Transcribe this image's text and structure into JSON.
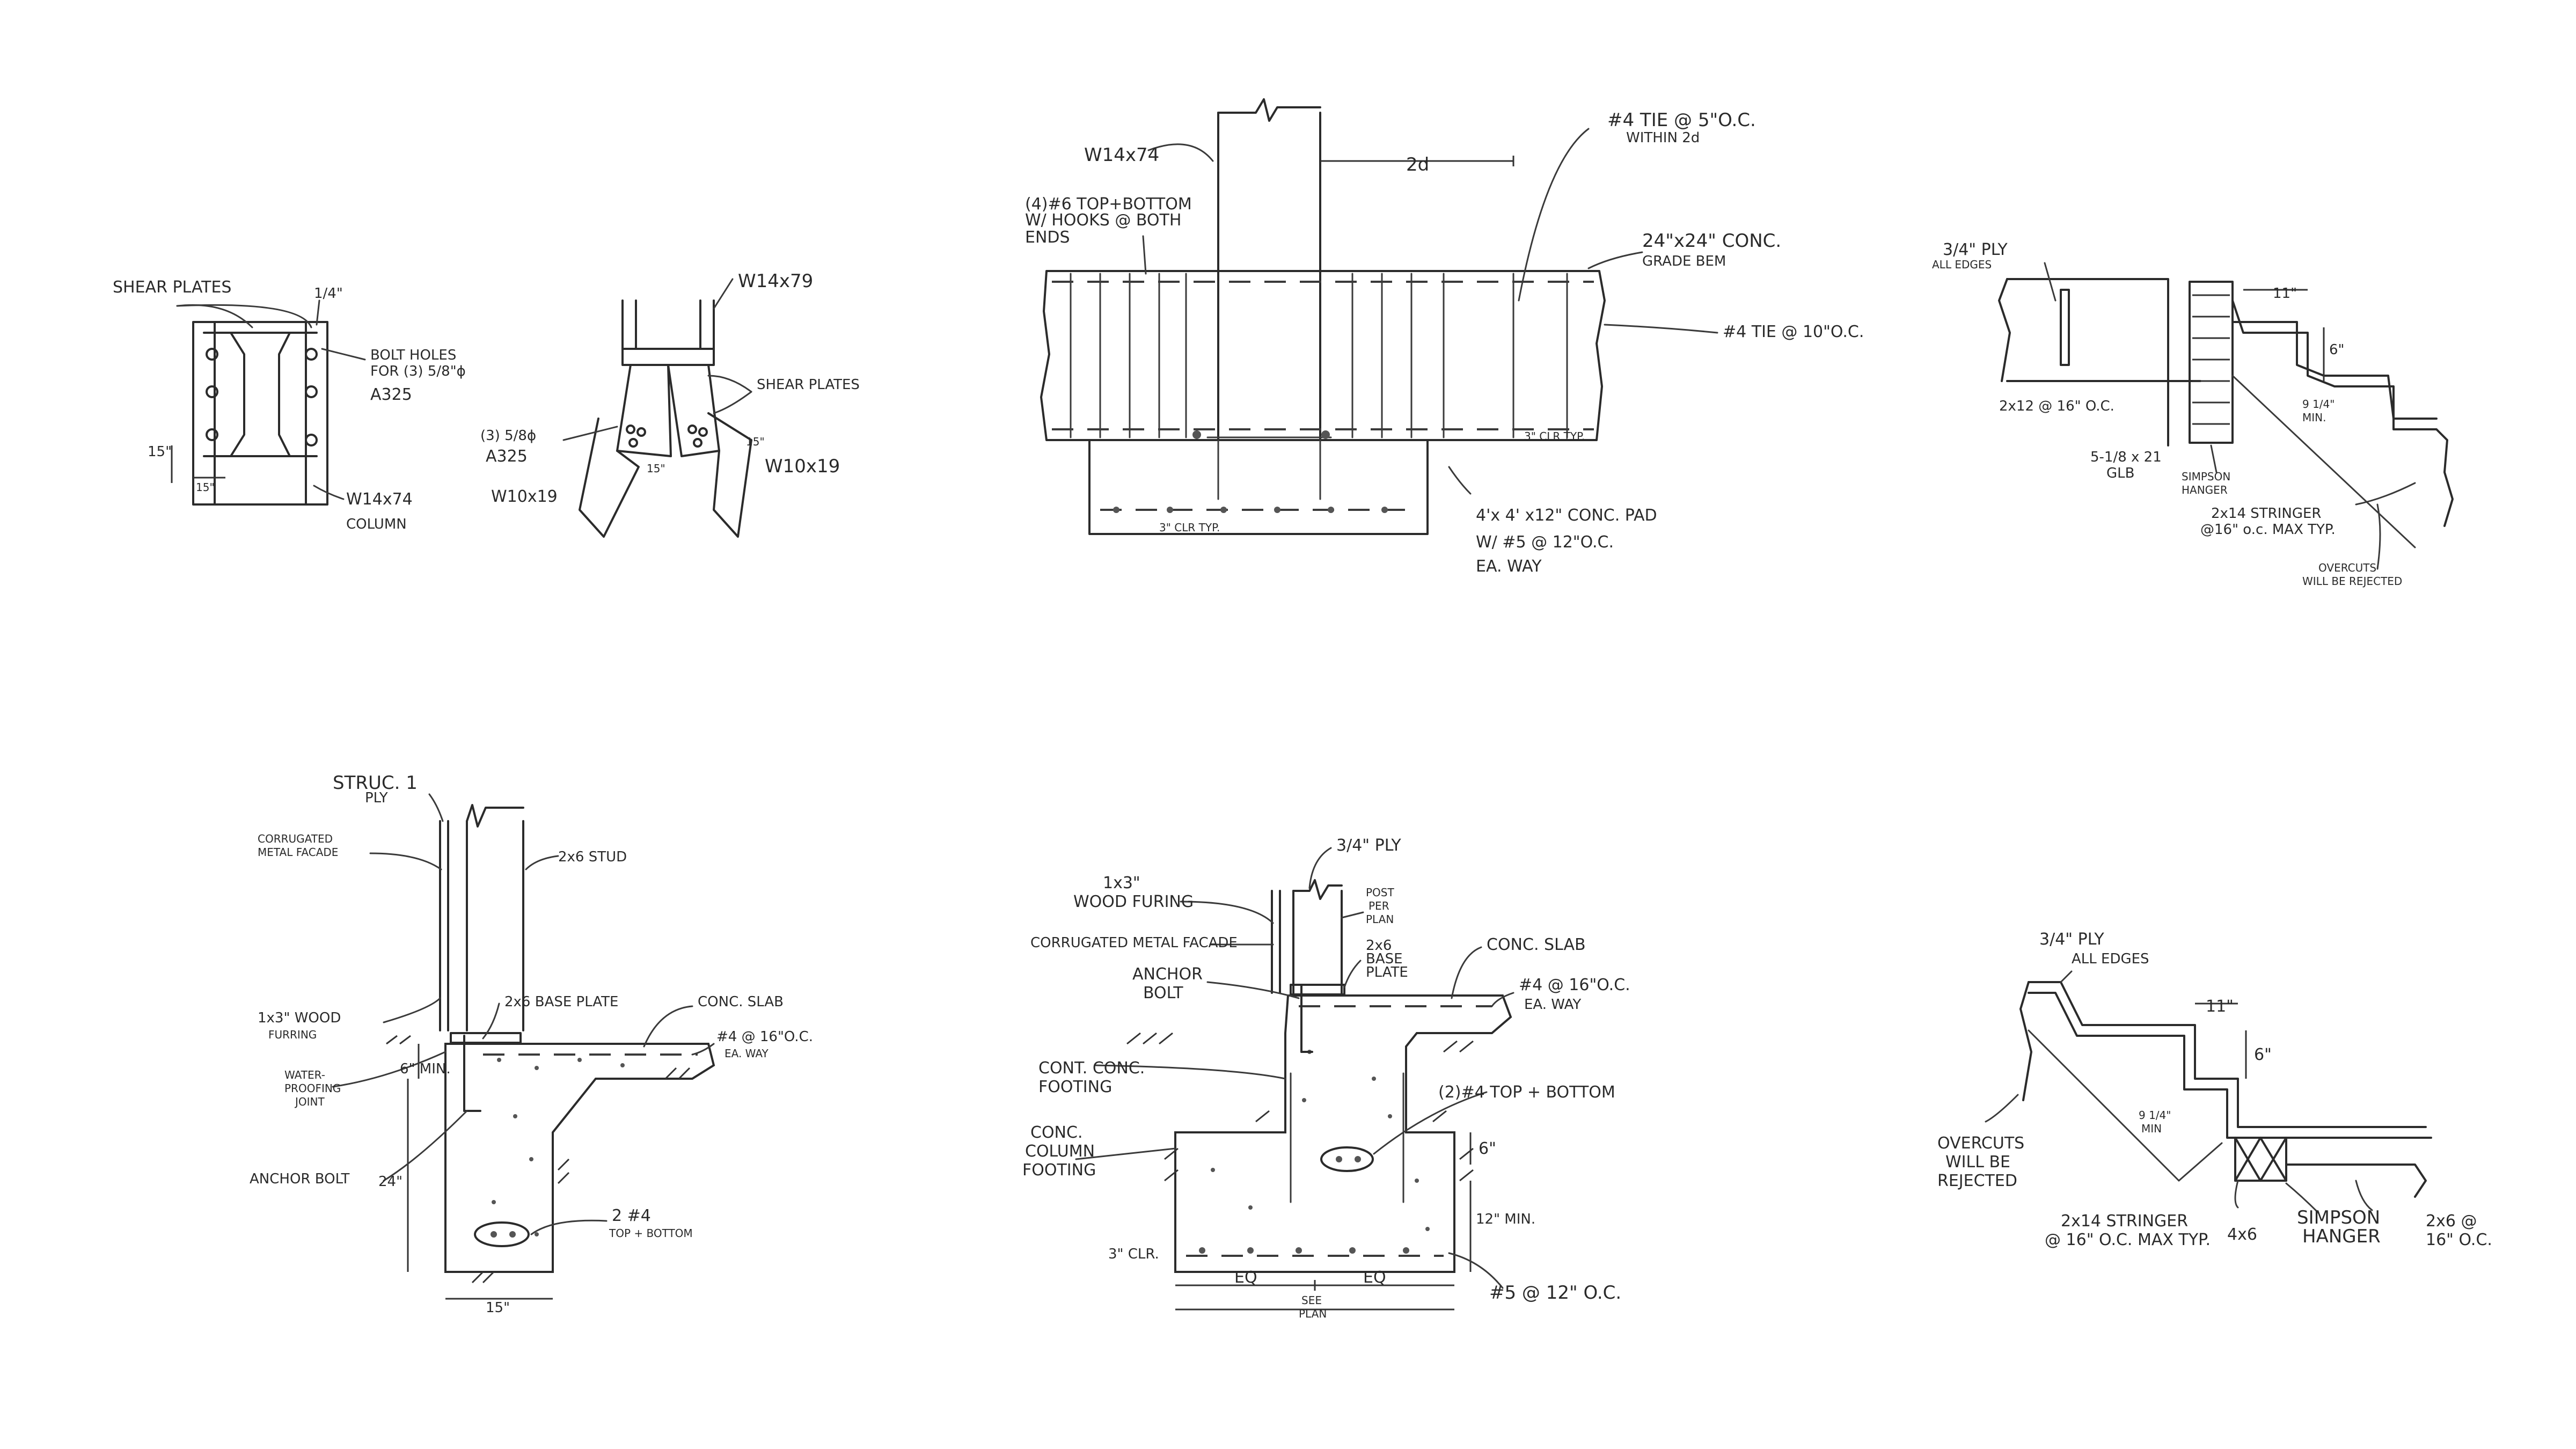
{
  "details": {
    "steel_connection": {
      "shear_plates": "SHEAR PLATES",
      "quarter": "1/4\"",
      "bolt_holes_1": "BOLT HOLES",
      "bolt_holes_2": "FOR (3) 5/8\"ϕ",
      "bolt_holes_3": "A325",
      "dim_15a": "15\"",
      "dim_15b": "15\"",
      "column_1": "W14x74",
      "column_2": "COLUMN",
      "w14x79": "W14x79",
      "shear_plates_2": "SHEAR PLATES",
      "bolts_1": "(3) 5/8ϕ",
      "bolts_2": "A325",
      "dim_15c": "15\"",
      "dim_15d": "15\"",
      "w10x19_left": "W10x19",
      "w10x19_right": "W10x19"
    },
    "grade_beam": {
      "w14x74": "W14x74",
      "dim_2d": "2d",
      "tie_top_1": "#4 TIE @ 5\"O.C.",
      "tie_top_2": "WITHIN 2d",
      "bars_1": "(4)#6 TOP+BOTTOM",
      "bars_2": "W/ HOOKS @ BOTH",
      "bars_3": "ENDS",
      "beam_1": "24\"x24\" CONC.",
      "beam_2": "GRADE BEM",
      "tie_mid": "#4 TIE @ 10\"O.C.",
      "clr_beam": "3\" CLR TYP.",
      "clr_pad": "3\" CLR TYP.",
      "pad_1": "4'x 4' x12\" CONC. PAD",
      "pad_2": "W/ #5 @ 12\"O.C.",
      "pad_3": "EA. WAY"
    },
    "stair_top": {
      "ply_1": "3/4\" PLY",
      "ply_2": "ALL EDGES",
      "dim_11": "11\"",
      "dim_6": "6\"",
      "joist": "2x12 @ 16\" O.C.",
      "glb_1": "5-1/8 x 21",
      "glb_2": "GLB",
      "simpson_1": "SIMPSON",
      "simpson_2": "HANGER",
      "min_1": "9 1/4\"",
      "min_2": "MIN.",
      "stringer_1": "2x14 STRINGER",
      "stringer_2": "@16\" o.c. MAX TYP.",
      "overcuts_1": "OVERCUTS",
      "overcuts_2": "WILL BE REJECTED"
    },
    "wall_footing": {
      "struc_1": "STRUC. 1",
      "struc_2": "PLY",
      "facade_1": "CORRUGATED",
      "facade_2": "METAL FACADE",
      "stud": "2x6 STUD",
      "furring_1": "1x3\" WOOD",
      "furring_2": "FURRING",
      "base_plate": "2x6 BASE PLATE",
      "slab": "CONC. SLAB",
      "rebar_1": "#4 @ 16\"O.C.",
      "rebar_2": "EA. WAY",
      "dim_6min": "6\" MIN.",
      "joint_1": "WATER-",
      "joint_2": "PROOFING",
      "joint_3": "JOINT",
      "anchor": "ANCHOR BOLT",
      "dim_24": "24\"",
      "bars_1": "2 #4",
      "bars_2": "TOP + BOTTOM",
      "dim_15": "15\""
    },
    "column_footing": {
      "ply": "3/4\" PLY",
      "furring_1": "1x3\"",
      "furring_2": "WOOD FURING",
      "post_1": "POST",
      "post_2": "PER",
      "post_3": "PLAN",
      "facade": "CORRUGATED METAL FACADE",
      "base_1": "2x6",
      "base_2": "BASE",
      "base_3": "PLATE",
      "anchor_1": "ANCHOR",
      "anchor_2": "BOLT",
      "slab": "CONC. SLAB",
      "rebar_1": "#4 @ 16\"O.C.",
      "rebar_2": "EA. WAY",
      "cont_1": "CONT. CONC.",
      "cont_2": "FOOTING",
      "bars": "(2)#4 TOP + BOTTOM",
      "col_1": "CONC.",
      "col_2": "COLUMN",
      "col_3": "FOOTING",
      "dim_6": "6\"",
      "dim_12": "12\" MIN.",
      "clr": "3\" CLR.",
      "eq_1": "EQ",
      "eq_2": "EQ",
      "plan_1": "SEE",
      "plan_2": "PLAN",
      "rebar_bottom": "#5 @ 12\" O.C."
    },
    "stair_bottom": {
      "ply_1": "3/4\" PLY",
      "ply_2": "ALL EDGES",
      "dim_11": "11\"",
      "dim_6": "6\"",
      "min_1": "9 1/4\"",
      "min_2": "MIN",
      "overcuts_1": "OVERCUTS",
      "overcuts_2": "WILL BE",
      "overcuts_3": "REJECTED",
      "stringer_1": "2x14 STRINGER",
      "stringer_2": "@ 16\" O.C. MAX TYP.",
      "post": "4x6",
      "simpson_1": "SIMPSON",
      "simpson_2": "HANGER",
      "joist_1": "2x6 @",
      "joist_2": "16\" O.C."
    }
  }
}
